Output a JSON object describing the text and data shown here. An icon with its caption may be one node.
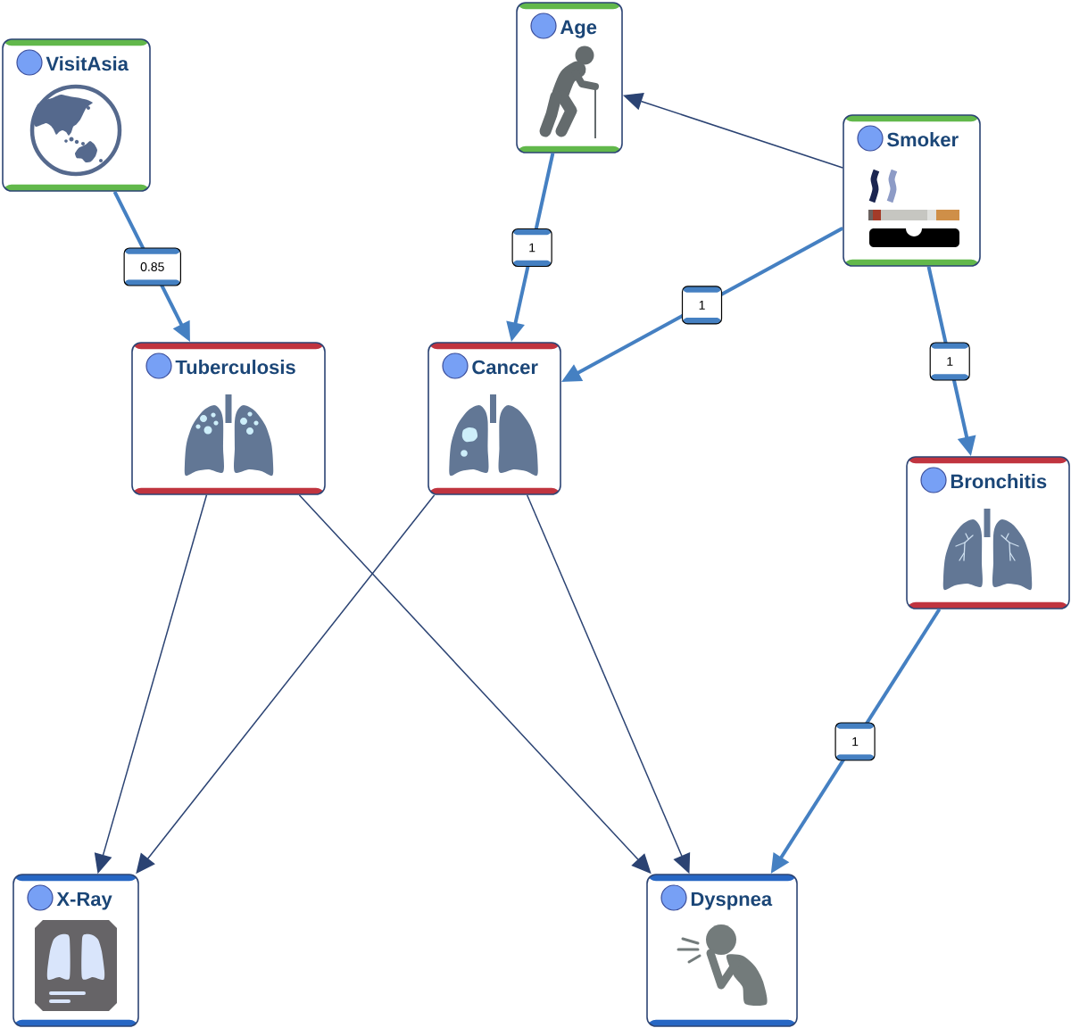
{
  "diagram": {
    "nodes": [
      {
        "text": [
          "VisitAsia"
        ]
      },
      {
        "text": [
          "Age"
        ]
      },
      {
        "text": [
          "Smoker"
        ]
      },
      {
        "text": [
          "Tuberculosis"
        ]
      },
      {
        "text": [
          "Cancer"
        ]
      },
      {
        "text": [
          "Bronchitis"
        ]
      },
      {
        "text": [
          "X-Ray"
        ]
      },
      {
        "text": [
          "Dyspnea"
        ]
      }
    ],
    "edges": [
      {
        "from": 0,
        "to": 3,
        "arrow": "to",
        "label": "0.85",
        "style": "thick",
        "color": "#4580c2"
      },
      {
        "from": 1,
        "to": 4,
        "arrow": "to",
        "label": "1",
        "style": "thick",
        "color": "#4580c2"
      },
      {
        "from": 2,
        "to": 1,
        "arrow": "to"
      },
      {
        "from": 2,
        "to": 4,
        "arrow": "to",
        "label": "1",
        "style": "thick",
        "color": "#4580c2"
      },
      {
        "from": 2,
        "to": 5,
        "arrow": "to",
        "label": "1",
        "style": "thick",
        "color": "#4580c2"
      },
      {
        "from": 3,
        "to": 6,
        "arrow": "to"
      },
      {
        "from": 3,
        "to": 7,
        "arrow": "to"
      },
      {
        "from": 4,
        "to": 6,
        "arrow": "to"
      },
      {
        "from": 4,
        "to": 7,
        "arrow": "to"
      },
      {
        "from": 5,
        "to": 7,
        "arrow": "to",
        "label": "1",
        "style": "thick",
        "color": "#4580c2"
      }
    ]
  }
}
